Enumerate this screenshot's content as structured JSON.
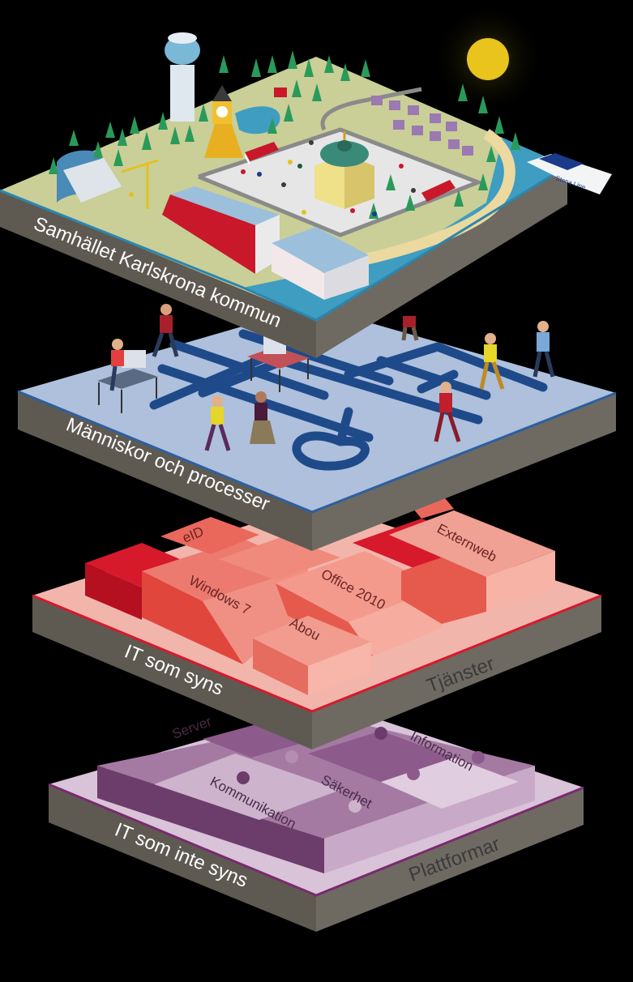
{
  "layers": [
    {
      "id": "community",
      "side_label": "Samhället Karlskrona kommun"
    },
    {
      "id": "people",
      "side_label": "Människor och processer"
    },
    {
      "id": "it_visible",
      "side_label": "IT som syns",
      "right_label": "Tjänster",
      "blocks": [
        "eID",
        "Windows 7",
        "Office 2010",
        "Abou",
        "Externweb"
      ]
    },
    {
      "id": "it_invisible",
      "side_label": "IT som inte syns",
      "right_label": "Plattformar",
      "blocks": [
        "Server",
        "Kommunikation",
        "Säkerhet",
        "Information"
      ]
    }
  ],
  "ship_name": "Stena Line",
  "colors": {
    "background": "#000000",
    "sun": "#e8c41c",
    "grass": "#c9cf97",
    "water": "#3e9dc0",
    "people_floor": "#aec0dc",
    "people_path": "#1e4a8a",
    "services": "#ec7a6e",
    "services_dark": "#d7192c",
    "platforms": "#a47aa3",
    "platforms_light": "#e4d3e3",
    "side_grey": "#5e5a52"
  }
}
